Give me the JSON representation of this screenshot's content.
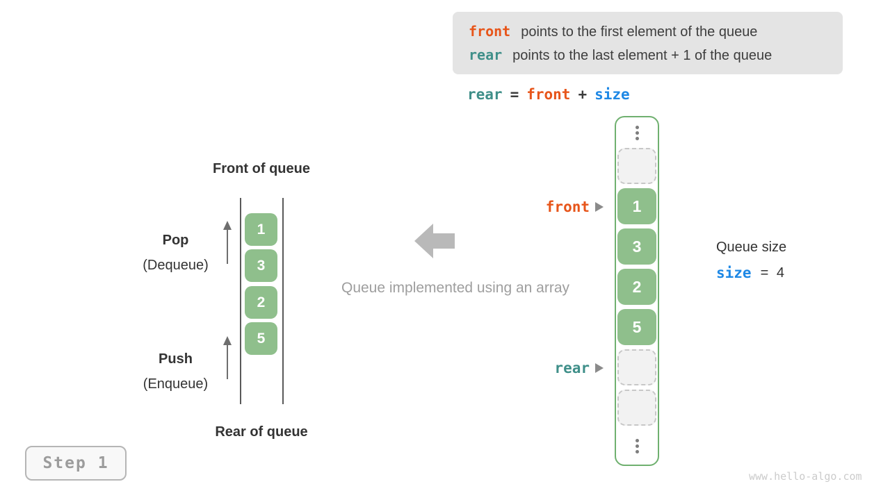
{
  "info_box": {
    "line1_term": "front",
    "line1_text": "points to the first element of the queue",
    "line2_term": "rear",
    "line2_text": "points to the last element + 1 of the queue"
  },
  "formula": {
    "lhs": "rear",
    "eq": "=",
    "rhs1": "front",
    "op": "+",
    "rhs2": "size"
  },
  "left_queue": {
    "front_label": "Front of queue",
    "rear_label": "Rear of queue",
    "pop": "Pop",
    "pop_sub": "(Dequeue)",
    "push": "Push",
    "push_sub": "(Enqueue)",
    "cells": [
      "1",
      "3",
      "2",
      "5"
    ]
  },
  "caption": "Queue implemented using an array",
  "array": {
    "front_pointer": "front",
    "rear_pointer": "rear",
    "cells": [
      {
        "type": "empty",
        "value": ""
      },
      {
        "type": "filled",
        "value": "1"
      },
      {
        "type": "filled",
        "value": "3"
      },
      {
        "type": "filled",
        "value": "2"
      },
      {
        "type": "filled",
        "value": "5"
      },
      {
        "type": "empty",
        "value": ""
      },
      {
        "type": "empty",
        "value": ""
      }
    ]
  },
  "size_panel": {
    "title": "Queue size",
    "term": "size",
    "value": "= 4"
  },
  "step_badge": "Step 1",
  "watermark": "www.hello-algo.com",
  "colors": {
    "front_orange": "#e7551a",
    "rear_teal": "#3f8f89",
    "size_blue": "#1e88e5",
    "cell_green": "#8fbf8c",
    "array_border_green": "#6fb06f",
    "info_box_gray": "#e4e4e4"
  }
}
